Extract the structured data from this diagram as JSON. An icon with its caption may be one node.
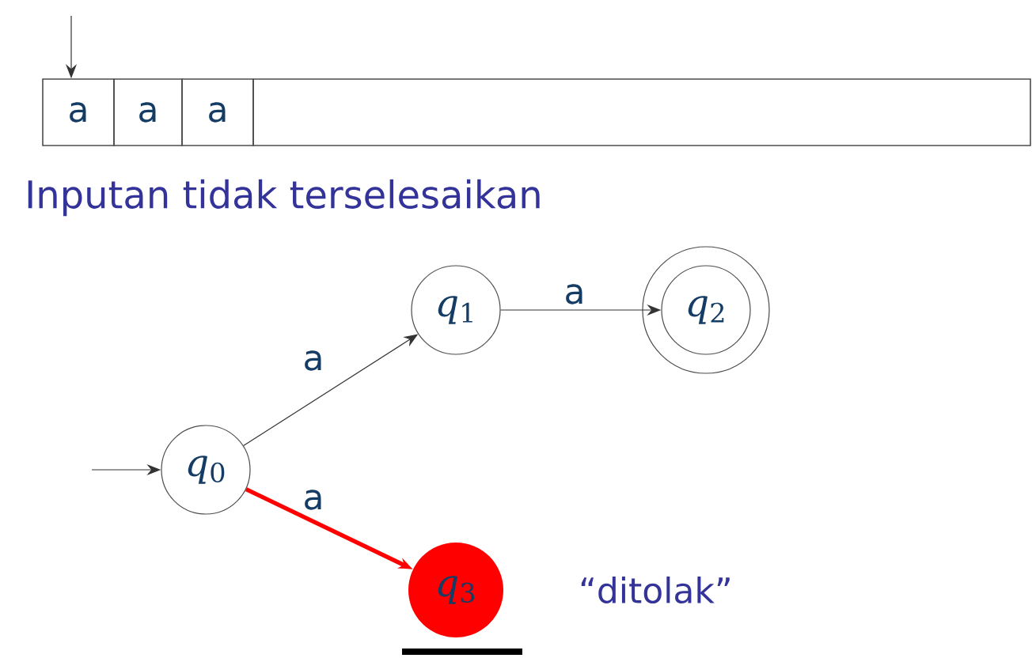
{
  "diagram": {
    "nodes": [
      {
        "text": [
          "a"
        ]
      },
      {
        "text": [
          "a"
        ]
      },
      {
        "text": [
          "a"
        ]
      },
      {
        "text": [],
        "shape": "box"
      },
      {
        "text": [
          "*q*$_{0}$"
        ]
      },
      {
        "text": [
          "*q*$_{1}$"
        ]
      },
      {
        "text": [
          "*q*$_{2}$"
        ]
      },
      {
        "text": [
          "*q*$_{3}$"
        ],
        "beside": [
          "“ditolak”"
        ]
      }
    ],
    "edges": [
      {
        "from": null,
        "to": 0,
        "arrow": "to"
      },
      {
        "from": null,
        "to": 4,
        "arrow": "to"
      },
      {
        "from": 4,
        "to": 5,
        "arrow": "to",
        "label": "a"
      },
      {
        "from": 5,
        "to": 6,
        "arrow": "to",
        "label": "a"
      },
      {
        "from": 4,
        "to": 7,
        "arrow": "to",
        "label": "a",
        "style": "thick",
        "color": "#ff0000"
      }
    ],
    "labels": [
      "Inputan tidak terselesaikan"
    ]
  }
}
